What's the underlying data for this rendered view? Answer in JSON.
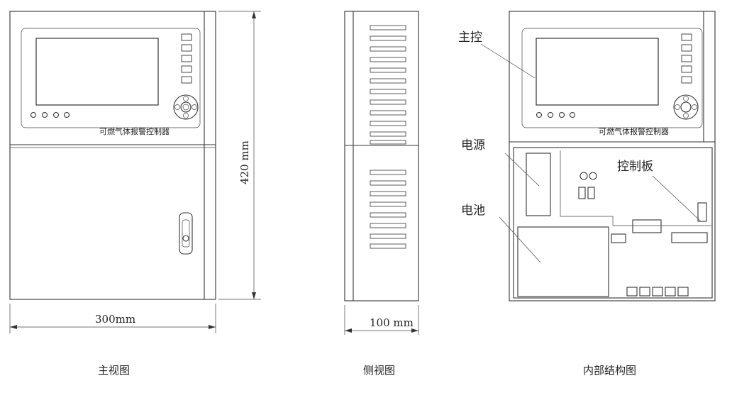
{
  "dimensions": {
    "width": "300mm",
    "height": "420 mm",
    "depth": "100 mm"
  },
  "front_view": {
    "device_name": "可燃气体报警控制器",
    "caption": "主视图",
    "side_buttons": [
      "",
      "",
      "",
      "",
      ""
    ],
    "indicator_labels": [
      "",
      "",
      "",
      ""
    ]
  },
  "side_view": {
    "caption": "侧视图"
  },
  "internal_view": {
    "caption": "内部结构图",
    "device_name": "可燃气体报警控制器",
    "callouts": {
      "main_control": "主控",
      "power_supply": "电源",
      "control_board": "控制板",
      "battery": "电池"
    }
  }
}
